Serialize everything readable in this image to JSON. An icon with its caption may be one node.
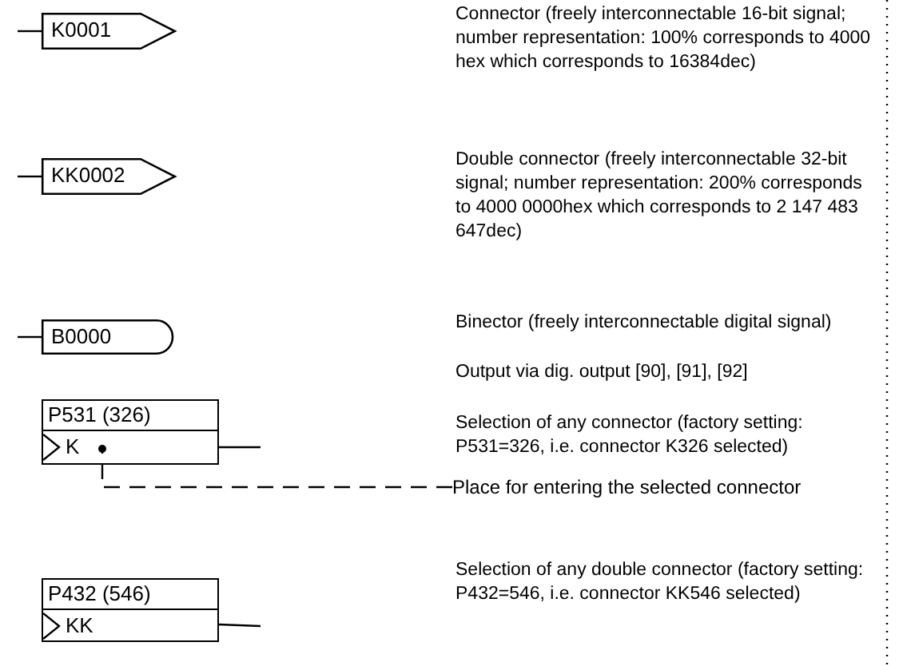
{
  "diagram": {
    "nodes": [
      {
        "text": [
          "K0001"
        ]
      },
      {
        "text": [
          "KK0002"
        ]
      },
      {
        "text": [
          "B0000"
        ]
      },
      {
        "text": [
          "P531 (326)",
          "K"
        ]
      },
      {
        "text": [
          "Place for entering the selected connector"
        ]
      },
      {
        "text": [
          "P432 (546)",
          "KK"
        ]
      }
    ],
    "edges": [
      {
        "from": null,
        "to": 0,
        "arrow": "none"
      },
      {
        "from": null,
        "to": 1,
        "arrow": "none"
      },
      {
        "from": null,
        "to": 2,
        "arrow": "none"
      },
      {
        "from": 3,
        "to": null,
        "arrow": "none"
      },
      {
        "from": 4,
        "to": 3,
        "arrow": "other",
        "style": "dashed"
      },
      {
        "from": 5,
        "to": null,
        "arrow": "none"
      }
    ],
    "labels": [
      "Connector (freely interconnectable 16-bit signal; number representation: 100% corresponds to 4000 hex which corresponds to 16384dec)",
      "Double connector (freely interconnectable 32-bit signal; number representation: 200% corresponds to 4000 0000hex which corresponds to 2 147 483 647dec)",
      "Binector (freely interconnectable digital signal)",
      "Output via dig. output [90], [91], [92]",
      "Selection of any connector (factory setting: P531=326, i.e. connector K326 selected)",
      "Selection of any double connector (factory setting: P432=546, i.e. connector KK546 selected)"
    ]
  }
}
